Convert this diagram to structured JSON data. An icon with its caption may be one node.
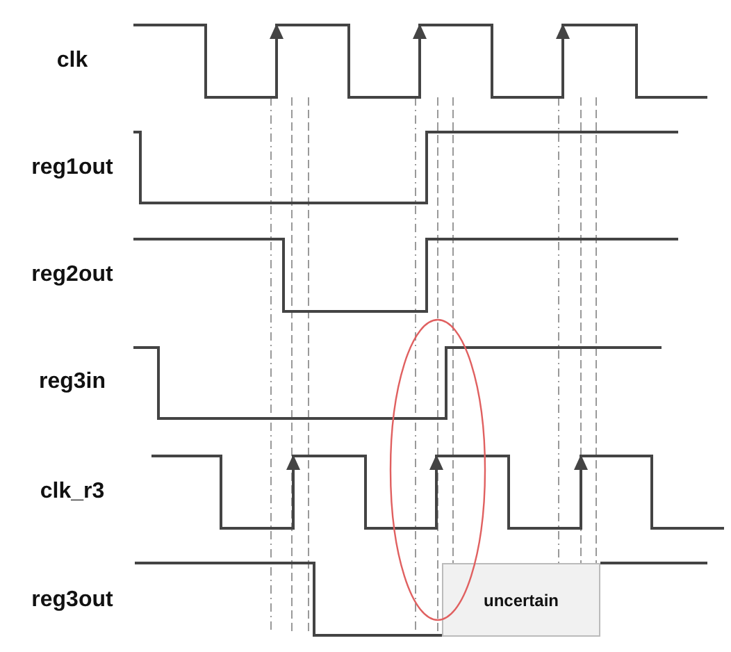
{
  "diagram": {
    "nodes": [
      {
        "text": [
          "uncertain"
        ]
      }
    ],
    "labels": [
      "clk",
      "reg1out",
      "reg2out",
      "reg3in",
      "clk_r3",
      "reg3out"
    ]
  }
}
